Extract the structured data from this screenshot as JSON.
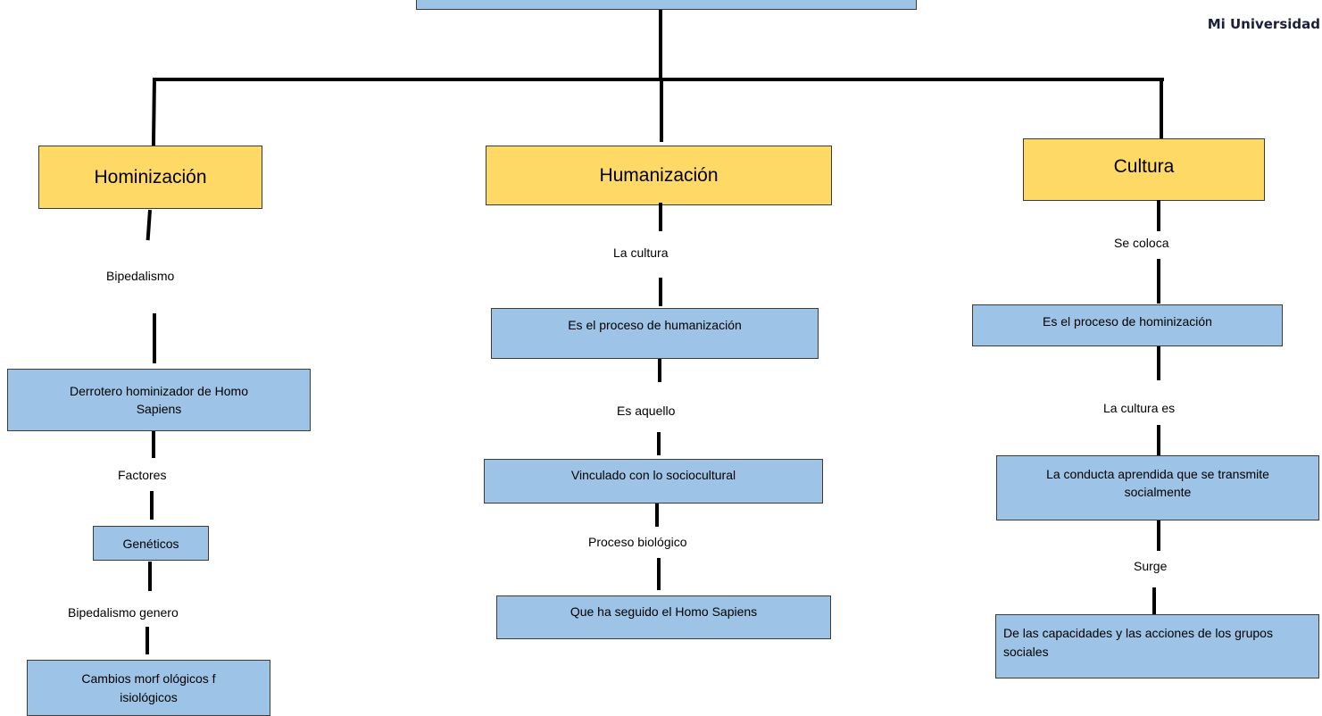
{
  "brand": {
    "text": "Mi Universidad"
  },
  "root": {
    "label": ""
  },
  "branches": [
    {
      "title": "Hominización",
      "nodes": [
        {
          "kind": "label",
          "text": "Bipedalismo"
        },
        {
          "kind": "box",
          "text": "Derrotero hominizador de Homo Sapiens"
        },
        {
          "kind": "label",
          "text": "Factores"
        },
        {
          "kind": "box",
          "text": "Genéticos"
        },
        {
          "kind": "label",
          "text": "Bipedalismo genero"
        },
        {
          "kind": "box",
          "text": "Cambios morf ológicos f isiológicos"
        }
      ]
    },
    {
      "title": "Humanización",
      "nodes": [
        {
          "kind": "label",
          "text": "La cultura"
        },
        {
          "kind": "box",
          "text": "Es el proceso de humanización"
        },
        {
          "kind": "label",
          "text": "Es aquello"
        },
        {
          "kind": "box",
          "text": "Vinculado con lo sociocultural"
        },
        {
          "kind": "label",
          "text": "Proceso biológico"
        },
        {
          "kind": "box",
          "text": "Que ha seguido el Homo Sapiens"
        }
      ]
    },
    {
      "title": "Cultura",
      "nodes": [
        {
          "kind": "label",
          "text": "Se coloca"
        },
        {
          "kind": "box",
          "text": "Es el proceso de hominización"
        },
        {
          "kind": "label",
          "text": "La cultura es"
        },
        {
          "kind": "box",
          "text": "La conducta aprendida que se transmite socialmente"
        },
        {
          "kind": "label",
          "text": "Surge"
        },
        {
          "kind": "box",
          "text": "De las capacidades y las acciones de los grupos sociales"
        }
      ]
    }
  ],
  "colors": {
    "blue_box": "#9dc3e6",
    "yellow_box": "#ffd966",
    "connector": "#000000"
  }
}
